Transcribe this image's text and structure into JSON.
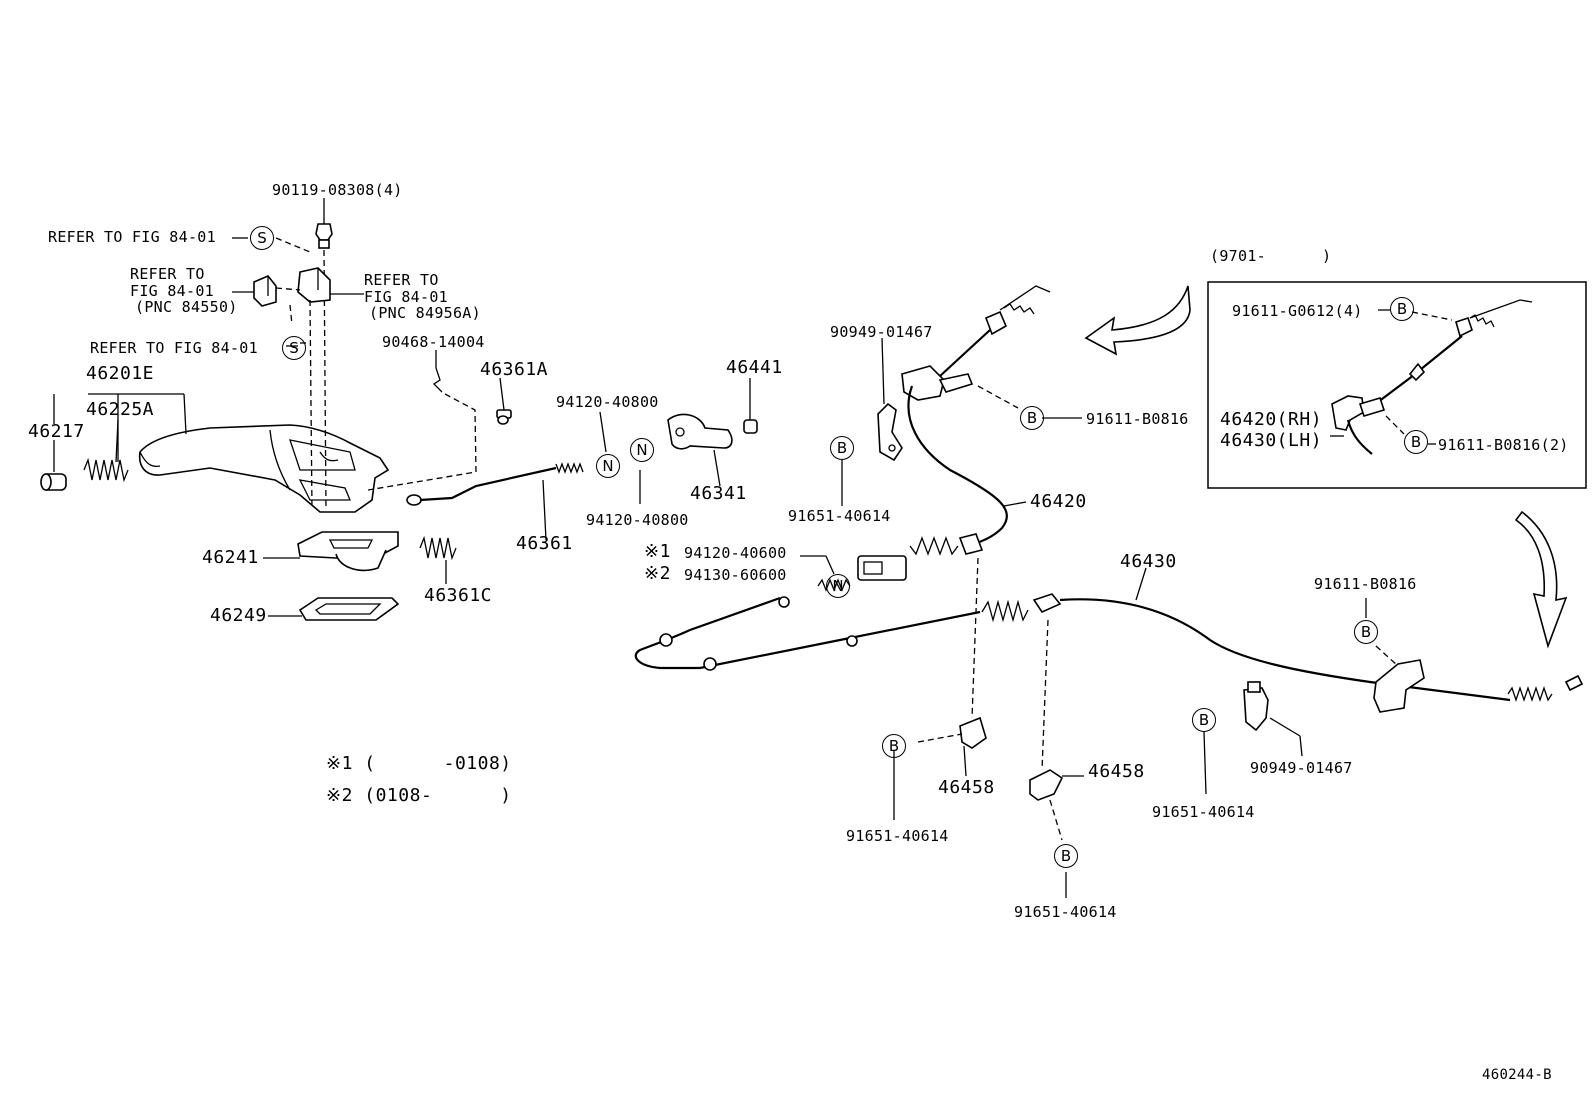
{
  "diagram": {
    "ref_fig_s_top": "REFER TO FIG 84-01",
    "ref_fig_s_mid": "REFER TO FIG 84-01",
    "ref_left_line1": "REFER TO",
    "ref_left_line2": "FIG 84-01",
    "ref_left_line3": "(PNC 84550)",
    "ref_right_line1": "REFER TO",
    "ref_right_line2": "FIG 84-01",
    "ref_right_line3": "(PNC 84956A)",
    "sym_s": "S",
    "sym_n": "N",
    "sym_b": "B",
    "p_90119": "90119-08308(4)",
    "p_90468": "90468-14004",
    "p_46361A": "46361A",
    "p_94120_a": "94120-40800",
    "p_94120_b": "94120-40800",
    "p_46441": "46441",
    "p_90949_top": "90949-01467",
    "p_46201E": "46201E",
    "p_46225A": "46225A",
    "p_46217": "46217",
    "p_46341": "46341",
    "p_91651_a": "91651-40614",
    "p_46361": "46361",
    "p_46241": "46241",
    "p_46361C": "46361C",
    "p_46249": "46249",
    "note1_mark": "※1",
    "note1_part": "94120-40600",
    "note2_mark": "※2",
    "note2_part": "94130-60600",
    "p_91611_b0816_top": "91611-B0816",
    "p_46420": "46420",
    "p_46430": "46430",
    "p_91611_b0816_right": "91611-B0816",
    "p_46458_left": "46458",
    "p_46458_right": "46458",
    "p_91651_b": "91651-40614",
    "p_91651_c": "91651-40614",
    "p_91651_d": "91651-40614",
    "p_90949_bottom": "90949-01467",
    "legend_1": "※1 (      -0108)",
    "legend_2": "※2 (0108-      )",
    "inset_title": "(9701-      )",
    "inset_91611_g": "91611-G0612(4)",
    "inset_46420": "46420(RH)",
    "inset_46430": "46430(LH)",
    "inset_91611_b": "91611-B0816(2)",
    "figure_code": "460244-B"
  }
}
